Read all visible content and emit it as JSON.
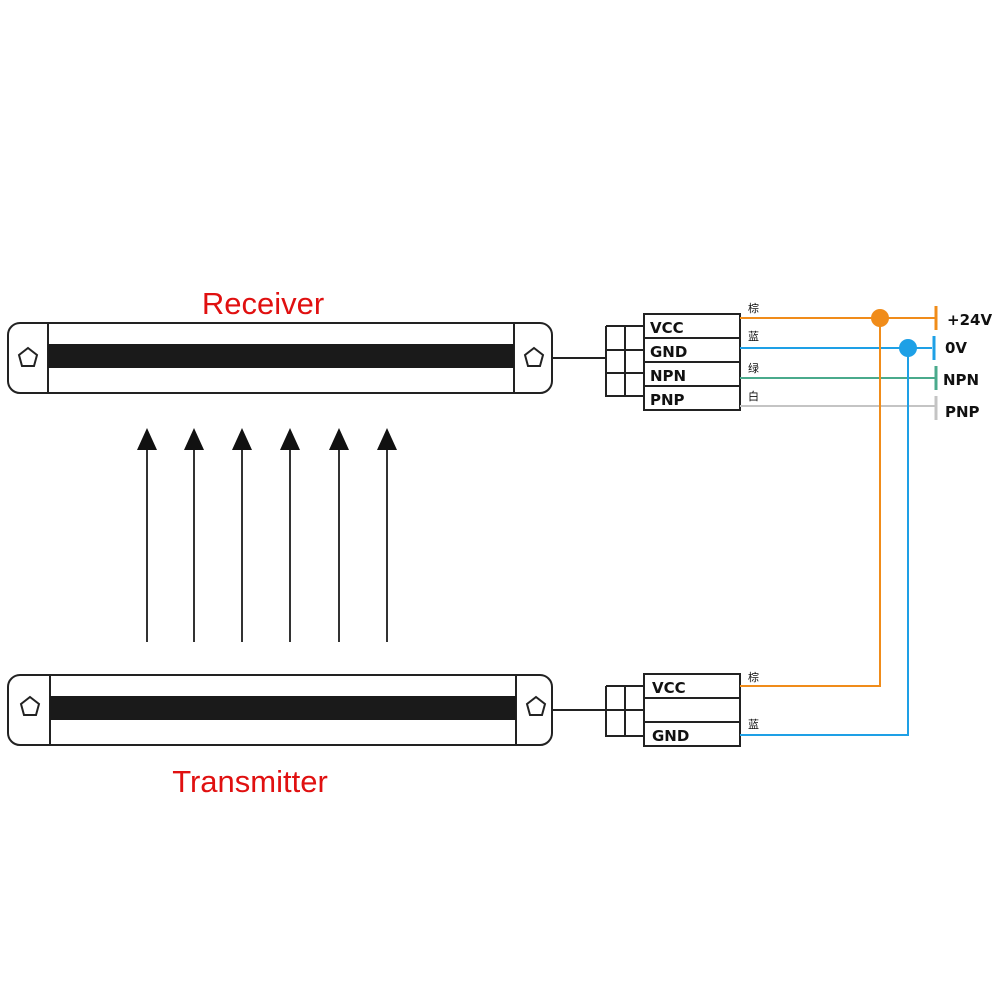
{
  "receiver": {
    "title": "Receiver",
    "pins": [
      "VCC",
      "GND",
      "NPN",
      "PNP"
    ],
    "wire_colors_cn": [
      "棕",
      "蓝",
      "绿",
      "白"
    ]
  },
  "transmitter": {
    "title": "Transmitter",
    "pins": [
      "VCC",
      "",
      "GND"
    ],
    "wire_colors_cn": [
      "棕",
      "",
      "蓝"
    ]
  },
  "supply": {
    "plus": "+24V",
    "zero": "0V",
    "npn": "NPN",
    "pnp": "PNP"
  },
  "beam_count": 6,
  "colors": {
    "title": "#e01010",
    "brown_wire": "#f08c1a",
    "blue_wire": "#1ea0e6",
    "green_wire": "#4aaa8c",
    "white_wire": "#c4c4c4"
  }
}
